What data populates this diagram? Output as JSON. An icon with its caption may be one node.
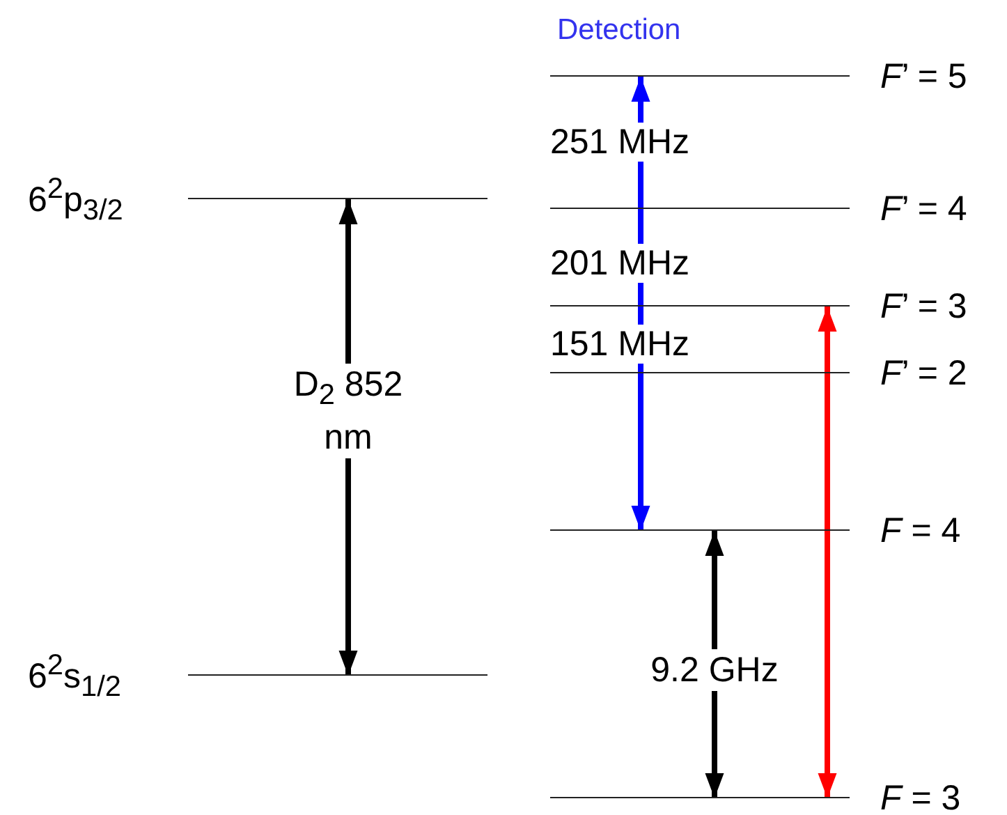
{
  "diagram": {
    "nodes": [
      {
        "text": [
          "6$^{2}$p$_{3/2}$"
        ]
      },
      {
        "text": [
          "6$^{2}$s$_{1/2}$"
        ]
      },
      {
        "text": [
          "*F*’ = 5"
        ]
      },
      {
        "text": [
          "*F*’ = 4"
        ]
      },
      {
        "text": [
          "*F*’ = 3"
        ]
      },
      {
        "text": [
          "*F*’ = 2"
        ]
      },
      {
        "text": [
          "*F* = 4"
        ]
      },
      {
        "text": [
          "*F* = 3"
        ]
      }
    ],
    "edges": [
      {
        "from": 0,
        "to": 1,
        "arrow": "both",
        "label": "D$_{2}$ 852 nm"
      },
      {
        "from": 2,
        "to": 6,
        "arrow": "both",
        "color": "#0000ff"
      },
      {
        "from": 4,
        "to": 7,
        "arrow": "both",
        "color": "#ff0000"
      },
      {
        "from": 6,
        "to": 7,
        "arrow": "both",
        "label": "9.2 GHz"
      }
    ],
    "labels": [
      "Detection",
      "251 MHz",
      "201 MHz",
      "151 MHz"
    ]
  }
}
